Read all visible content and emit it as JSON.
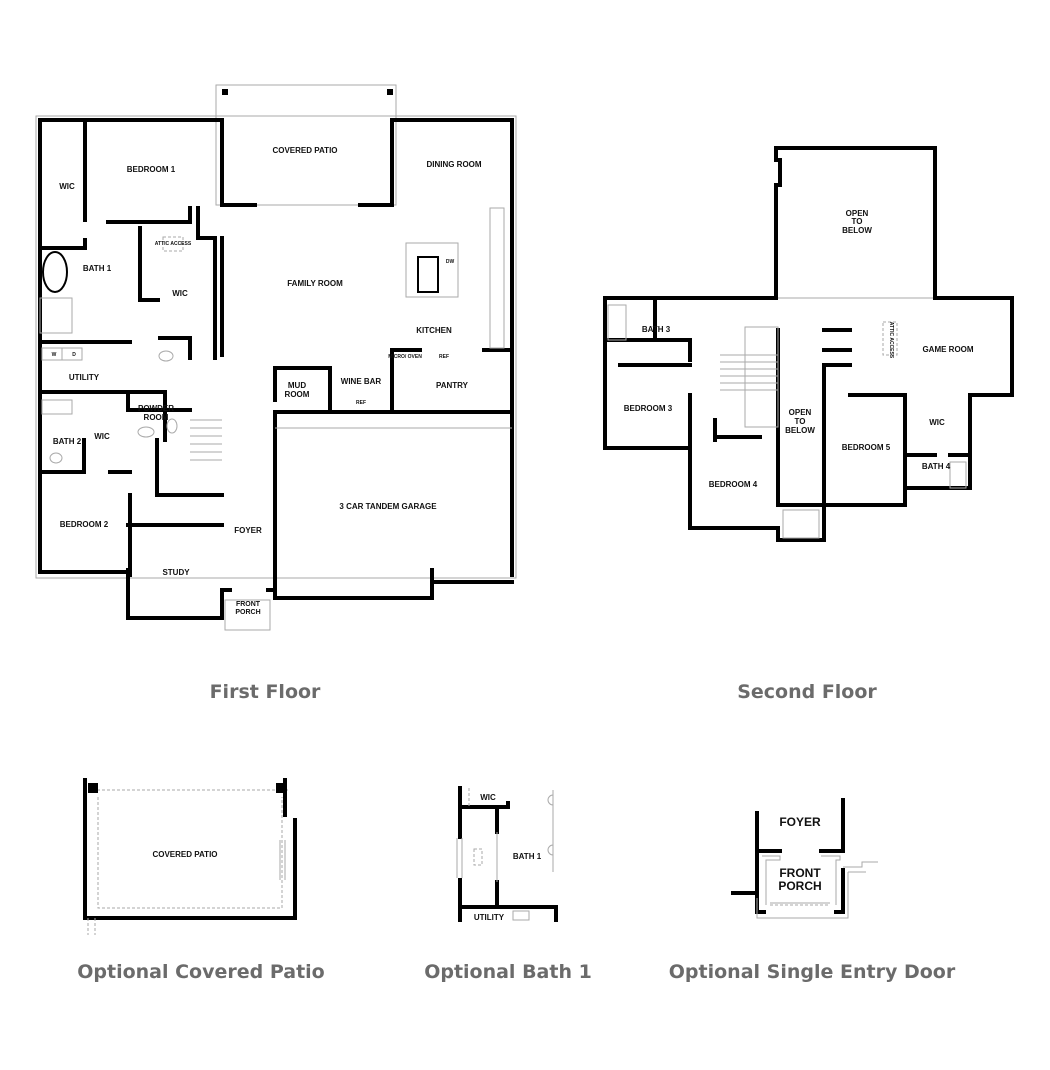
{
  "captions": {
    "first_floor": "First Floor",
    "second_floor": "Second Floor",
    "opt_patio": "Optional Covered Patio",
    "opt_bath": "Optional Bath 1",
    "opt_entry": "Optional Single Entry Door"
  },
  "first_floor": {
    "covered_patio": "COVERED PATIO",
    "bedroom1": "BEDROOM 1",
    "wic1": "WIC",
    "dining": "DINING ROOM",
    "attic": "ATTIC ACCESS",
    "bath1": "BATH 1",
    "wic2": "WIC",
    "family": "FAMILY ROOM",
    "dw": "DW",
    "kitchen": "KITCHEN",
    "micro": "MICRO/ OVEN",
    "ref1": "REF",
    "w": "W",
    "d": "D",
    "utility": "UTILITY",
    "mud_l1": "MUD",
    "mud_l2": "ROOM",
    "wine": "WINE BAR",
    "ref2": "REF",
    "pantry": "PANTRY",
    "powder_l1": "POWDER",
    "powder_l2": "ROOM",
    "bath2": "BATH 2",
    "wic3": "WIC",
    "garage": "3 CAR TANDEM GARAGE",
    "bedroom2": "BEDROOM 2",
    "foyer": "FOYER",
    "study": "STUDY",
    "porch_l1": "FRONT",
    "porch_l2": "PORCH"
  },
  "second_floor": {
    "otb1_l1": "OPEN",
    "otb1_l2": "TO",
    "otb1_l3": "BELOW",
    "bath3": "BATH 3",
    "attic": "ATTIC ACCESS",
    "game": "GAME ROOM",
    "bedroom3": "BEDROOM 3",
    "otb2_l1": "OPEN",
    "otb2_l2": "TO",
    "otb2_l3": "BELOW",
    "wic": "WIC",
    "bedroom5": "BEDROOM 5",
    "bath4": "BATH 4",
    "bedroom4": "BEDROOM 4"
  },
  "optional_patio": {
    "label": "COVERED PATIO"
  },
  "optional_bath": {
    "wic": "WIC",
    "bath": "BATH 1",
    "utility": "UTILITY"
  },
  "optional_entry": {
    "foyer": "FOYER",
    "porch_l1": "FRONT",
    "porch_l2": "PORCH"
  }
}
